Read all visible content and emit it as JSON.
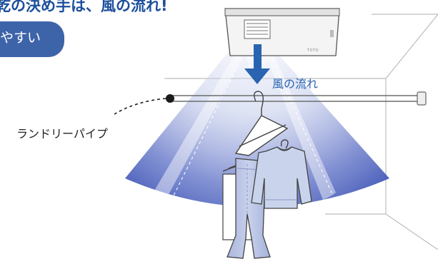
{
  "headline": "乾の決め手は、風の流れ!",
  "badge_text": "やすい",
  "labels": {
    "airflow": "風の流れ",
    "pipe": "ランドリーパイプ",
    "brand": "TOTO"
  },
  "colors": {
    "headline": "#1c4f9c",
    "badge": "#3d64a8",
    "airflow_arrow": "#2a63b0",
    "airflow_glow": "#4a5fc0",
    "clothing": "#c9d4ec",
    "outline": "#333333"
  },
  "icons": [
    "dryer-unit",
    "airflow-arrow",
    "laundry-pipe",
    "hanger",
    "shirt",
    "jeans"
  ]
}
